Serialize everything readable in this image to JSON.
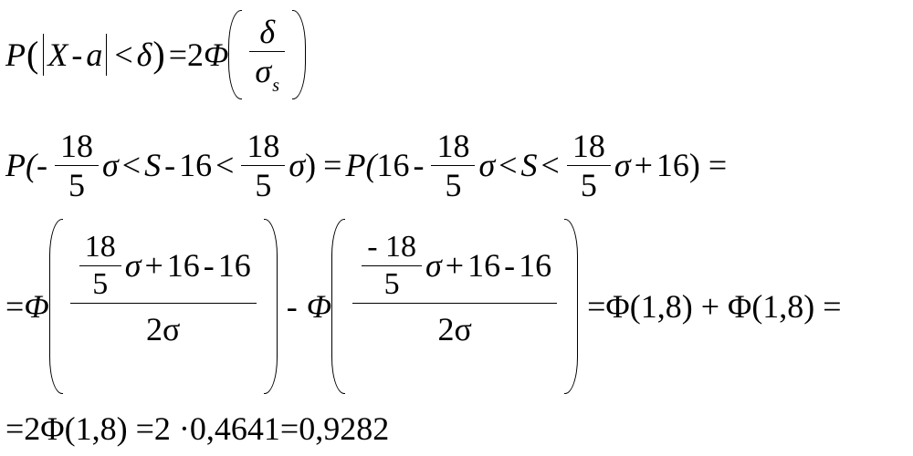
{
  "formula": {
    "line1": {
      "P": "P",
      "X": "X",
      "minus": "-",
      "a": "a",
      "lt": "<",
      "delta": "δ",
      "eq": "=",
      "coef": "2",
      "Phi": "Φ",
      "num": "δ",
      "den": "σ",
      "den_sub": "s"
    },
    "line2": {
      "P1": "P(",
      "minus": "-",
      "frac_num": "18",
      "frac_den": "5",
      "sigma": "σ",
      "lt": "<",
      "S": "S",
      "sixteen": "16",
      "close": ")",
      "eq": "=",
      "P2": "P(",
      "plus": "+",
      "end": ") ="
    },
    "line3": {
      "eq": "=",
      "Phi": "Φ",
      "frac_num": "18",
      "frac_den": "5",
      "sigma": "σ",
      "plus": "+",
      "sixteen": "16",
      "minus": "-",
      "den": "2σ",
      "neg": "-",
      "result": "=Φ(1,8) + Φ(1,8) ="
    },
    "line4": {
      "text": "=2Φ(1,8) =2 ·0,4641=0,9282"
    }
  }
}
